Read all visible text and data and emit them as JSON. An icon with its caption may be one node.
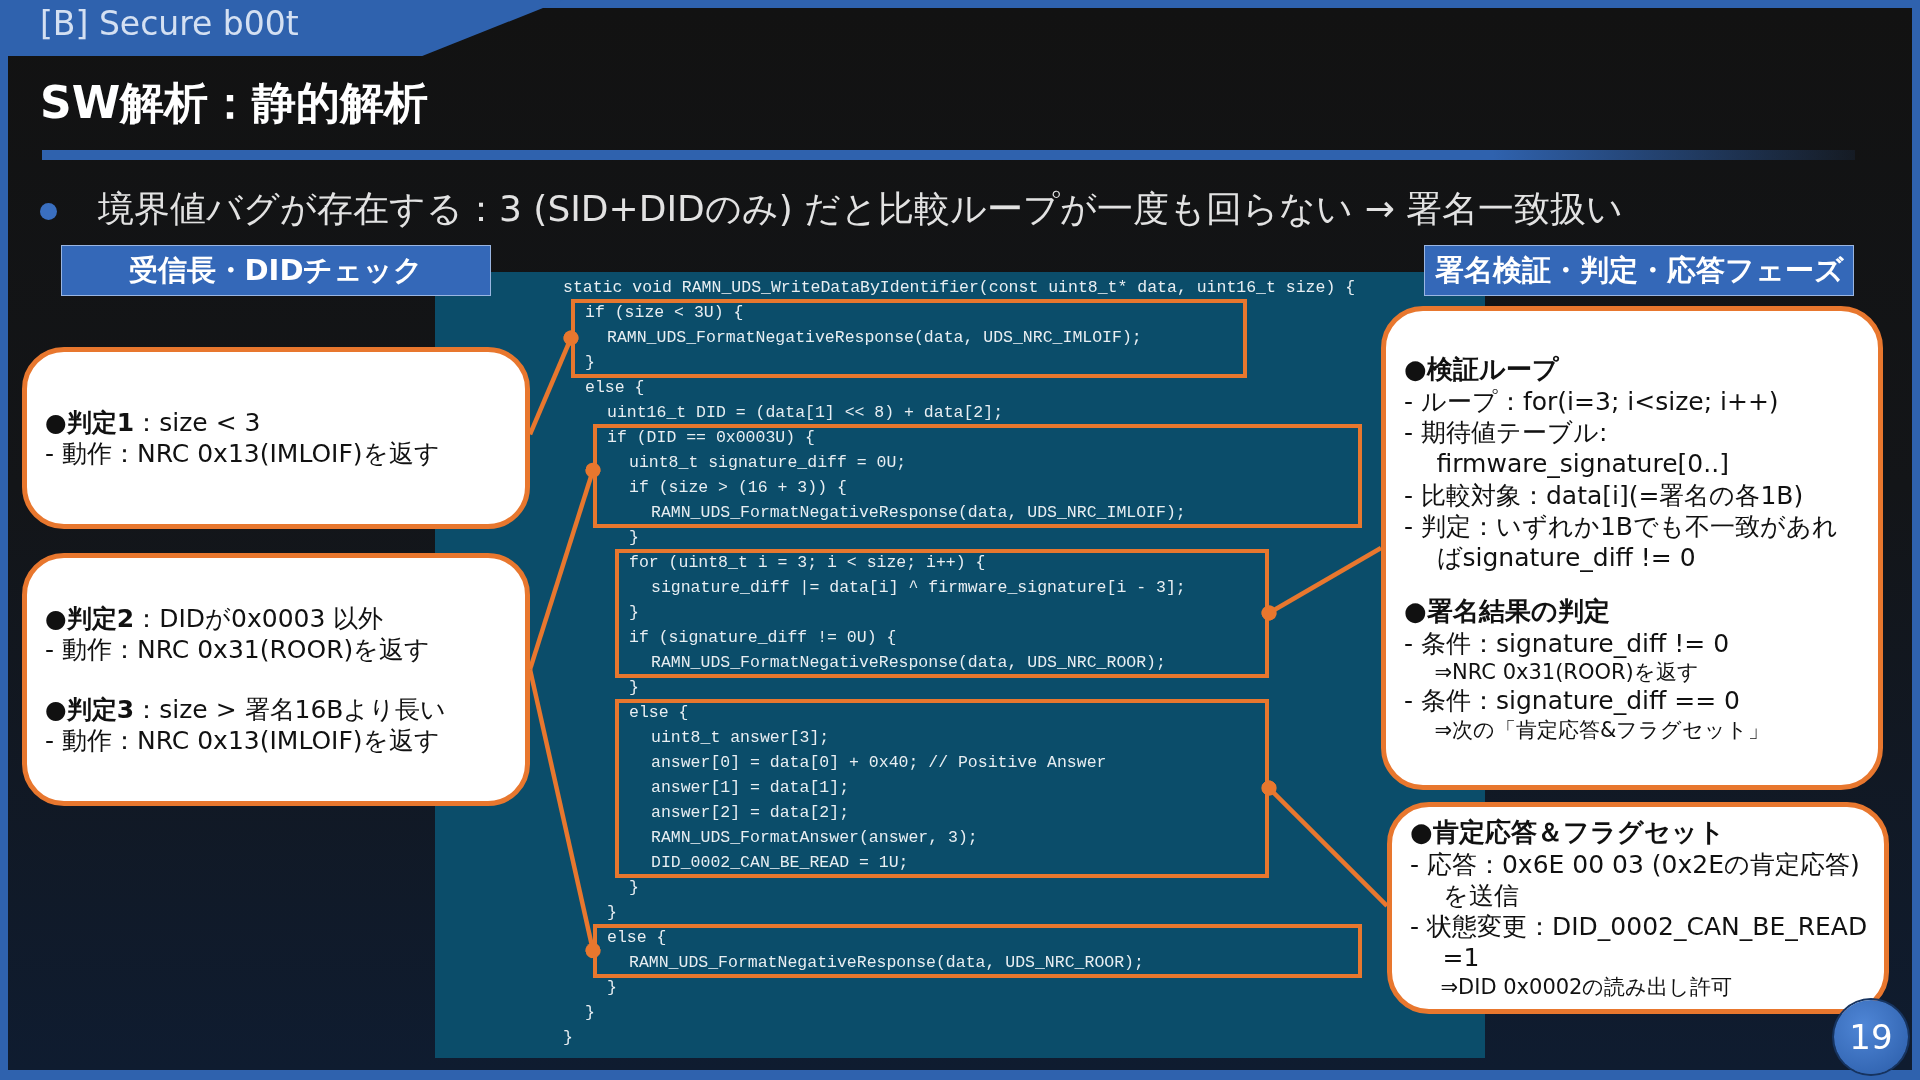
{
  "diagram": {
    "title": "SW解析：静的解析",
    "nodes": [
      {
        "text": [
          "[B] Secure b00t"
        ]
      },
      {
        "text": [
          "受信長・DIDチェック"
        ]
      },
      {
        "text": [
          "署名検証・判定・応答フェーズ"
        ]
      },
      {
        "text": [
          "static void RAMN_UDS_WriteDataByIdentifier(const uint8_t* data, uint16_t size) {",
          "else {",
          "uint16_t DID = (data[1] << 8) + data[2];",
          "}",
          "}",
          "}",
          "}",
          "}",
          "}",
          "}"
        ]
      },
      {
        "text": [
          "if (size < 3U) {",
          "RAMN_UDS_FormatNegativeResponse(data, UDS_NRC_IMLOIF);",
          "}"
        ],
        "in": 3
      },
      {
        "text": [
          "if (DID == 0x0003U) {",
          "uint8_t signature_diff = 0U;",
          "if (size > (16 + 3)) {",
          "RAMN_UDS_FormatNegativeResponse(data, UDS_NRC_IMLOIF);"
        ],
        "in": 3
      },
      {
        "text": [
          "for (uint8_t i = 3; i < size; i++) {",
          "signature_diff |= data[i] ^ firmware_signature[i - 3];",
          "}",
          "if (signature_diff != 0U) {",
          "RAMN_UDS_FormatNegativeResponse(data, UDS_NRC_ROOR);"
        ],
        "in": 3
      },
      {
        "text": [
          "else {",
          "uint8_t answer[3];",
          "answer[0] = data[0] + 0x40; // Positive Answer",
          "answer[1] = data[1];",
          "answer[2] = data[2];",
          "RAMN_UDS_FormatAnswer(answer, 3);",
          "DID_0002_CAN_BE_READ = 1U;"
        ],
        "in": 3
      },
      {
        "text": [
          "else {",
          "RAMN_UDS_FormatNegativeResponse(data, UDS_NRC_ROOR);"
        ],
        "in": 3
      },
      {
        "text": [
          "**●判定1**：size < 3",
          "- 動作：NRC 0x13(IMLOIF)を返す"
        ]
      },
      {
        "text": [
          "**●判定2**：DIDが0x0003 以外",
          "- 動作：NRC 0x31(ROOR)を返す",
          "**●判定3**：size > 署名16Bより長い",
          "- 動作：NRC 0x13(IMLOIF)を返す"
        ]
      },
      {
        "text": [
          "●検証ループ",
          "- ループ：for(i=3; i<size; i++)",
          "- 期待値テーブル: firmware_signature[0..]",
          "- 比較対象：data[i](=署名の各1B)",
          "- 判定：いずれか1Bでも不一致があればsignature_diff != 0",
          "●署名結果の判定",
          "- 条件：signature_diff != 0",
          "⇒NRC 0x31(ROOR)を返す",
          "- 条件：signature_diff == 0",
          "⇒次の「肯定応答&フラグセット」"
        ]
      },
      {
        "text": [
          "●肯定応答＆フラグセット",
          "- 応答：0x6E 00 03 (0x2Eの肯定応答)を送信",
          "- 状態変更：DID_0002_CAN_BE_READ =1",
          "⇒DID 0x0002の読み出し許可"
        ]
      },
      {
        "text": [
          "19"
        ]
      }
    ],
    "edges": [
      {
        "from": 9,
        "to": 4,
        "arrow": "other"
      },
      {
        "from": 10,
        "to": 5,
        "arrow": "other"
      },
      {
        "from": 10,
        "to": 8,
        "arrow": "other"
      },
      {
        "from": 11,
        "to": 6,
        "arrow": "other"
      },
      {
        "from": 12,
        "to": 7,
        "arrow": "other"
      }
    ],
    "labels": [
      "境界値バグが存在する：3 (SID+DIDのみ) だと比較ループが一度も回らない → 署名一致扱い"
    ]
  }
}
